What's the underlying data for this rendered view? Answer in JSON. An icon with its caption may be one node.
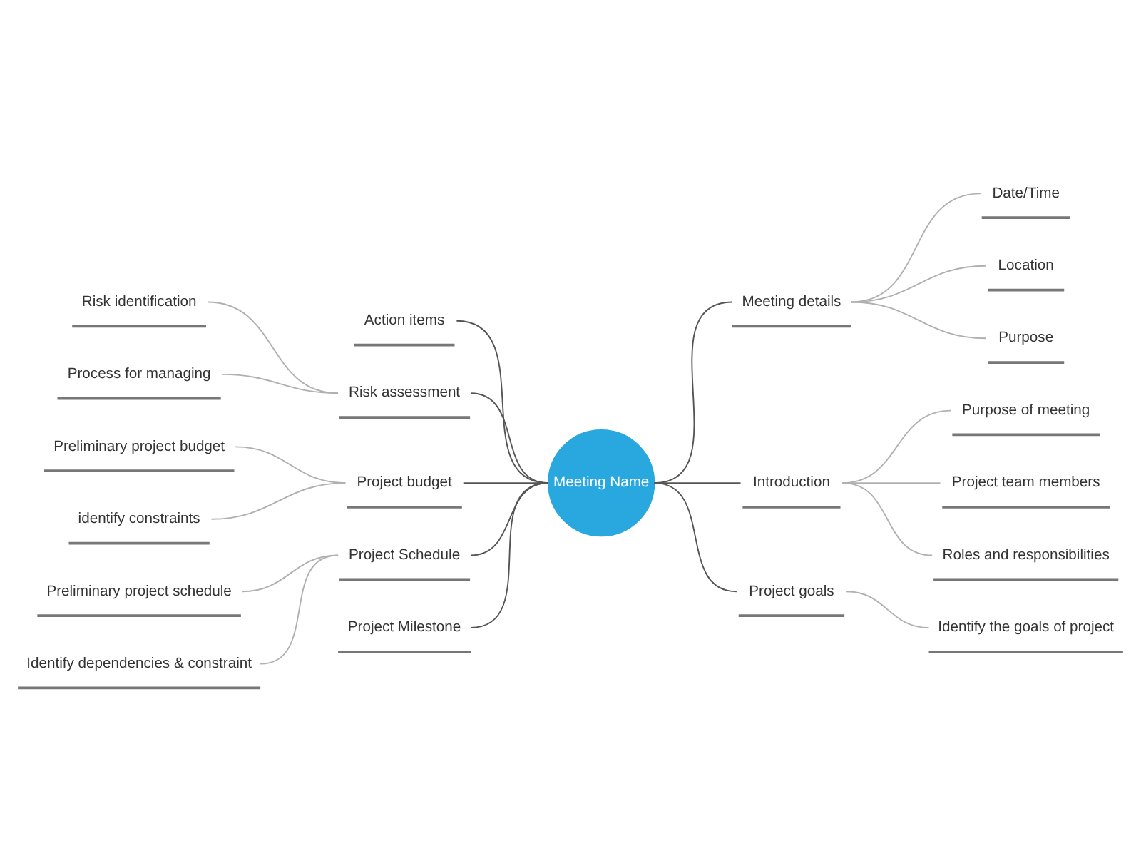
{
  "diagram": {
    "nodes": [
      {
        "text": [
          "Meeting Name"
        ]
      },
      {
        "text": [
          "Meeting details"
        ]
      },
      {
        "text": [
          "Date/Time"
        ]
      },
      {
        "text": [
          "Location"
        ]
      },
      {
        "text": [
          "Purpose"
        ]
      },
      {
        "text": [
          "Action items"
        ]
      },
      {
        "text": [
          "Risk assessment"
        ]
      },
      {
        "text": [
          "Risk identification"
        ]
      },
      {
        "text": [
          "Process for managing"
        ]
      },
      {
        "text": [
          "Project budget"
        ]
      },
      {
        "text": [
          "Preliminary project budget"
        ]
      },
      {
        "text": [
          "identify constraints"
        ]
      },
      {
        "text": [
          "Project Schedule"
        ]
      },
      {
        "text": [
          "Preliminary project schedule"
        ]
      },
      {
        "text": [
          "Identify dependencies & constraint"
        ]
      },
      {
        "text": [
          "Introduction"
        ]
      },
      {
        "text": [
          "Purpose of meeting"
        ]
      },
      {
        "text": [
          "Project team members"
        ]
      },
      {
        "text": [
          "Roles and responsibilities"
        ]
      },
      {
        "text": [
          "Project Milestone"
        ]
      },
      {
        "text": [
          "Project goals"
        ]
      },
      {
        "text": [
          "Identify the goals of project"
        ]
      }
    ],
    "edges": [
      {
        "from": 0,
        "to": 1,
        "arrow": "none",
        "color": "#555555"
      },
      {
        "from": 1,
        "to": 2,
        "arrow": "none"
      },
      {
        "from": 1,
        "to": 3,
        "arrow": "none"
      },
      {
        "from": 1,
        "to": 4,
        "arrow": "none"
      },
      {
        "from": 0,
        "to": 5,
        "arrow": "none",
        "color": "#555555"
      },
      {
        "from": 0,
        "to": 6,
        "arrow": "none",
        "color": "#555555"
      },
      {
        "from": 6,
        "to": 7,
        "arrow": "none"
      },
      {
        "from": 6,
        "to": 8,
        "arrow": "none"
      },
      {
        "from": 0,
        "to": 9,
        "arrow": "none",
        "color": "#555555"
      },
      {
        "from": 9,
        "to": 10,
        "arrow": "none"
      },
      {
        "from": 9,
        "to": 11,
        "arrow": "none"
      },
      {
        "from": 0,
        "to": 12,
        "arrow": "none",
        "color": "#555555"
      },
      {
        "from": 12,
        "to": 13,
        "arrow": "none"
      },
      {
        "from": 12,
        "to": 14,
        "arrow": "none"
      },
      {
        "from": 0,
        "to": 15,
        "arrow": "none",
        "color": "#555555"
      },
      {
        "from": 15,
        "to": 16,
        "arrow": "none"
      },
      {
        "from": 15,
        "to": 17,
        "arrow": "none"
      },
      {
        "from": 15,
        "to": 18,
        "arrow": "none"
      },
      {
        "from": 0,
        "to": 19,
        "arrow": "none",
        "color": "#555555"
      },
      {
        "from": 0,
        "to": 20,
        "arrow": "none",
        "color": "#555555"
      },
      {
        "from": 20,
        "to": 21,
        "arrow": "none"
      }
    ]
  }
}
